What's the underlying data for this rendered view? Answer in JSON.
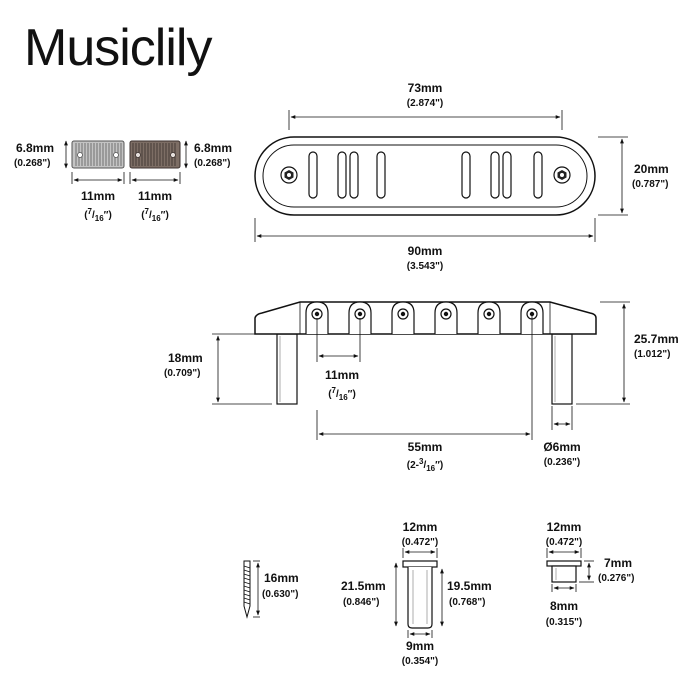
{
  "brand": "Musiclily",
  "colors": {
    "ink": "#111111",
    "plate": "#ffffff",
    "saddle": "#bdbdbd",
    "saddle_dark": "#7a6a60"
  },
  "dimensions": {
    "length_top": {
      "mm": "73mm",
      "in": "(2.874\")"
    },
    "length_bottom": {
      "mm": "90mm",
      "in": "(3.543\")"
    },
    "width": {
      "mm": "20mm",
      "in": "(0.787\")"
    },
    "saddle_h_left": {
      "mm": "6.8mm",
      "in": "(0.268\")"
    },
    "saddle_h_right": {
      "mm": "6.8mm",
      "in": "(0.268\")"
    },
    "saddle_w_left": {
      "mm": "11mm",
      "frac_num": "7",
      "frac_den": "16"
    },
    "saddle_w_right": {
      "mm": "11mm",
      "frac_num": "7",
      "frac_den": "16"
    },
    "post_height": {
      "mm": "18mm",
      "in": "(0.709\")"
    },
    "string_spacing": {
      "mm": "11mm",
      "frac_num": "7",
      "frac_den": "16"
    },
    "total_height": {
      "mm": "25.7mm",
      "in": "(1.012\")"
    },
    "post_spacing": {
      "mm": "55mm",
      "whole": "2-",
      "frac_num": "3",
      "frac_den": "16"
    },
    "post_diameter": {
      "mm": "Ø6mm",
      "in": "(0.236\")"
    },
    "screw_length": {
      "mm": "16mm",
      "in": "(0.630\")"
    },
    "bushing_top": {
      "mm": "12mm",
      "in": "(0.472\")"
    },
    "bushing_total": {
      "mm": "21.5mm",
      "in": "(0.846\")"
    },
    "bushing_body": {
      "mm": "19.5mm",
      "in": "(0.768\")"
    },
    "bushing_dia": {
      "mm": "9mm",
      "in": "(0.354\")"
    },
    "cap_top": {
      "mm": "12mm",
      "in": "(0.472\")"
    },
    "cap_height": {
      "mm": "7mm",
      "in": "(0.276\")"
    },
    "cap_dia": {
      "mm": "8mm",
      "in": "(0.315\")"
    }
  }
}
